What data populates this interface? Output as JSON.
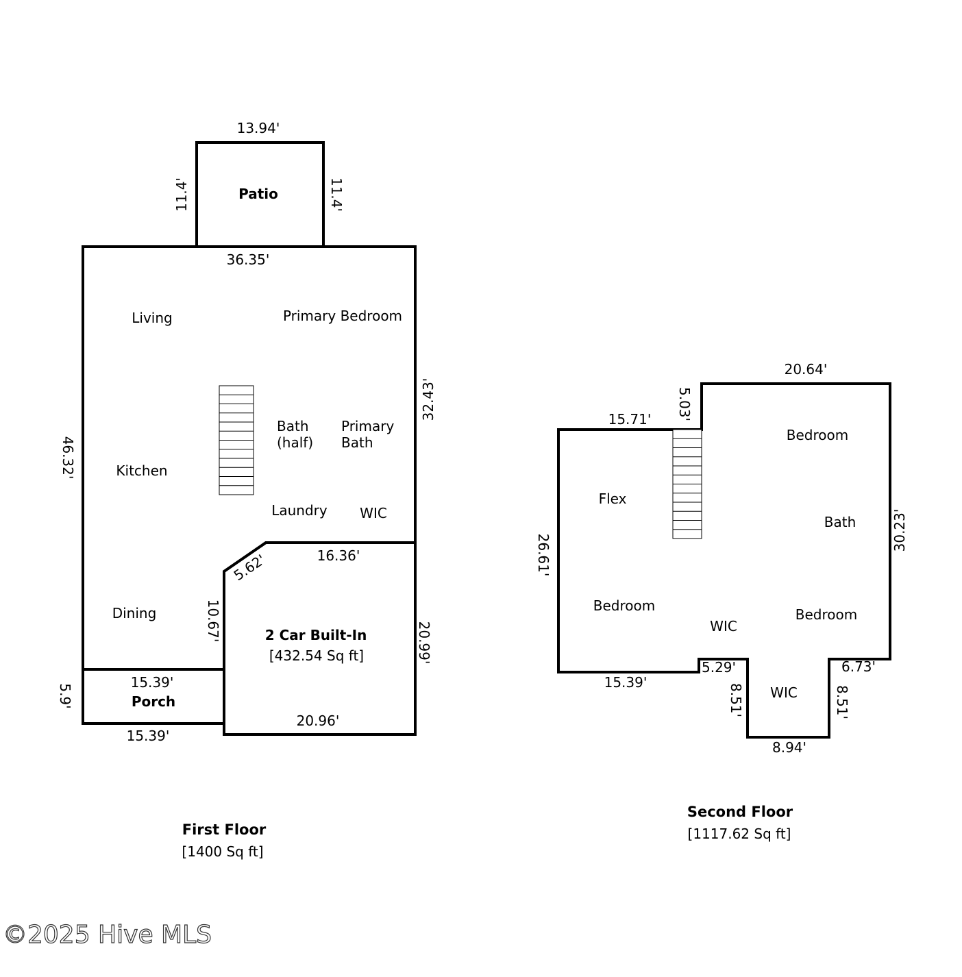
{
  "first_floor": {
    "title": "First Floor",
    "area": "[1400 Sq ft]",
    "rooms": {
      "patio": "Patio",
      "living": "Living",
      "primary_bedroom": "Primary Bedroom",
      "bath_half_1": "Bath",
      "bath_half_2": "(half)",
      "primary_bath_1": "Primary",
      "primary_bath_2": "Bath",
      "kitchen": "Kitchen",
      "laundry": "Laundry",
      "wic": "WIC",
      "dining": "Dining",
      "porch": "Porch",
      "garage": "2 Car Built-In",
      "garage_area": "[432.54 Sq ft]"
    },
    "dims": {
      "patio_top": "13.94'",
      "patio_left": "11.4'",
      "patio_right": "11.4'",
      "main_top": "36.35'",
      "main_left": "46.32'",
      "main_right": "32.43'",
      "garage_top": "16.36'",
      "garage_diag": "5.62'",
      "garage_left": "10.67'",
      "garage_right": "20.99'",
      "garage_bottom": "20.96'",
      "porch_top": "15.39'",
      "porch_left": "5.9'",
      "porch_bottom": "15.39'"
    }
  },
  "second_floor": {
    "title": "Second Floor",
    "area": "[1117.62 Sq ft]",
    "rooms": {
      "bedroom_ne": "Bedroom",
      "flex": "Flex",
      "bath": "Bath",
      "bedroom_sw": "Bedroom",
      "wic_center": "WIC",
      "bedroom_se": "Bedroom",
      "wic_bottom": "WIC"
    },
    "dims": {
      "top_right": "20.64'",
      "step": "5.03'",
      "top_left": "15.71'",
      "left": "26.61'",
      "right": "30.23'",
      "bottom_left": "15.39'",
      "notch_left_top": "5.29'",
      "notch_left_side": "8.51'",
      "notch_right_top": "6.73'",
      "notch_right_side": "8.51'",
      "notch_bottom": "8.94'"
    }
  },
  "watermark": "©2025 Hive MLS"
}
